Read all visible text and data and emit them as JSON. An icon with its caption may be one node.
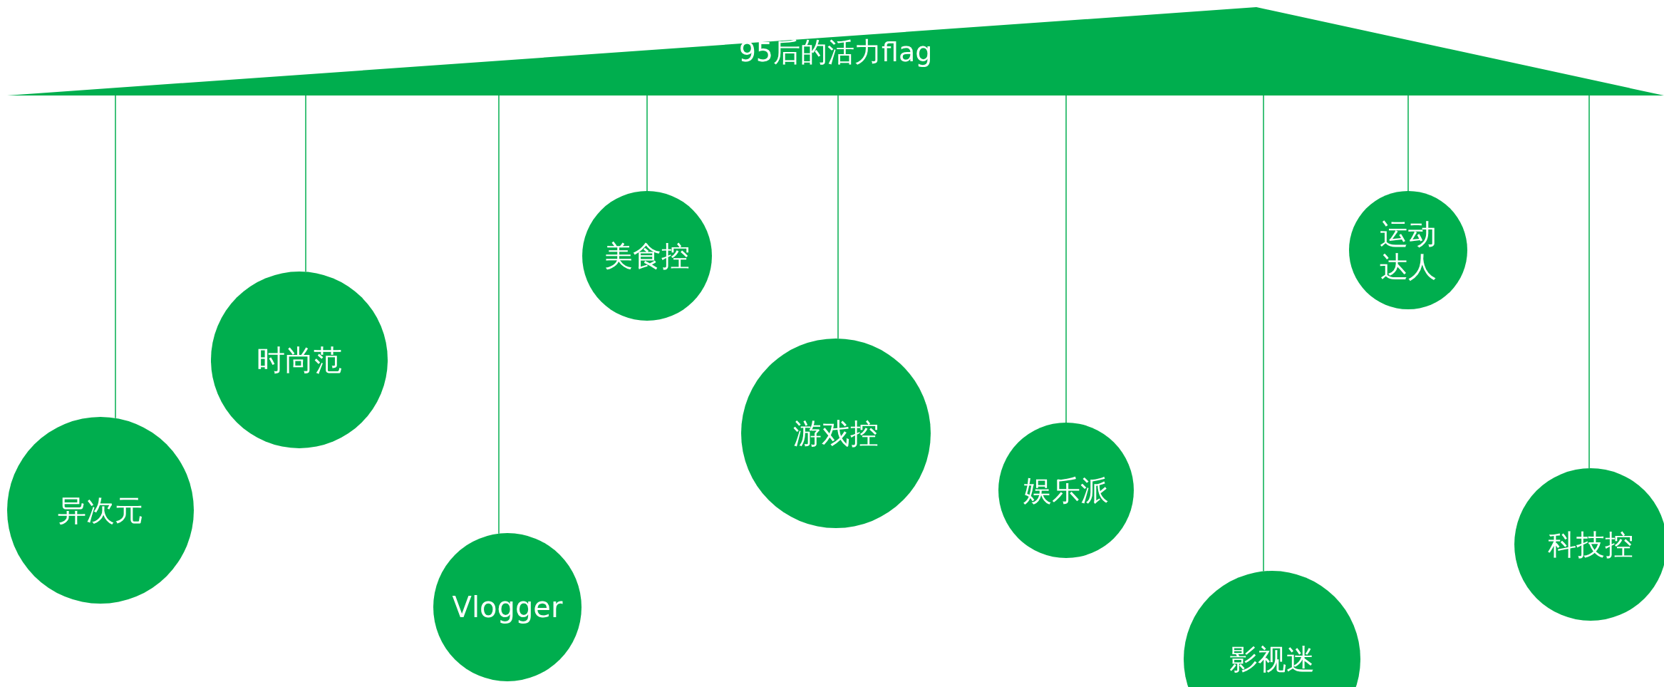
{
  "diagram": {
    "nodes": [
      {
        "text": [
          "95后的活力flag"
        ]
      },
      {
        "text": [
          "异次元"
        ]
      },
      {
        "text": [
          "时尚范"
        ]
      },
      {
        "text": [
          "Vlogger"
        ]
      },
      {
        "text": [
          "美食控"
        ]
      },
      {
        "text": [
          "游戏控"
        ]
      },
      {
        "text": [
          "娱乐派"
        ]
      },
      {
        "text": [
          "影视迷"
        ]
      },
      {
        "text": [
          "运动达人"
        ]
      },
      {
        "text": [
          "科技控"
        ]
      }
    ],
    "edges": [
      {
        "from": 0,
        "to": 1,
        "arrow": "none"
      },
      {
        "from": 0,
        "to": 2,
        "arrow": "none"
      },
      {
        "from": 0,
        "to": 3,
        "arrow": "none"
      },
      {
        "from": 0,
        "to": 4,
        "arrow": "none"
      },
      {
        "from": 0,
        "to": 5,
        "arrow": "none"
      },
      {
        "from": 0,
        "to": 6,
        "arrow": "none"
      },
      {
        "from": 0,
        "to": 7,
        "arrow": "none"
      },
      {
        "from": 0,
        "to": 8,
        "arrow": "none"
      },
      {
        "from": 0,
        "to": 9,
        "arrow": "none"
      }
    ]
  }
}
